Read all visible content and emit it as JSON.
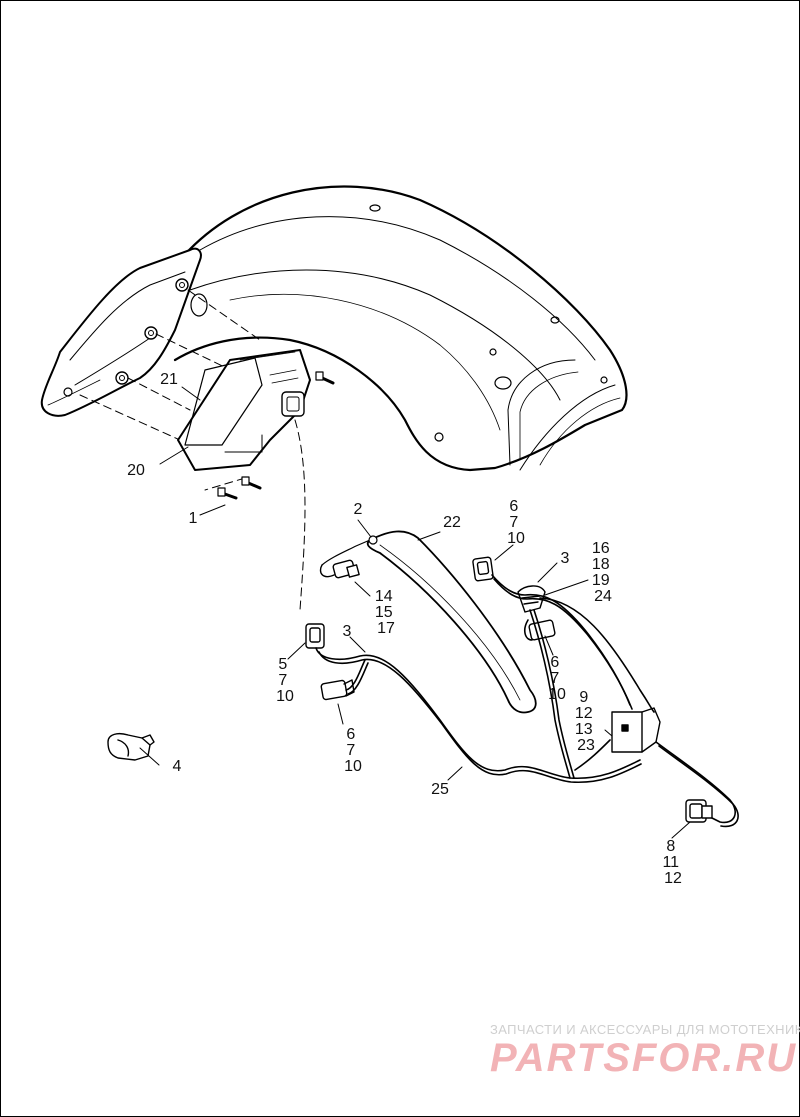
{
  "callouts": [
    {
      "id": "c1",
      "lines": [
        "1"
      ]
    },
    {
      "id": "c2",
      "lines": [
        "2"
      ]
    },
    {
      "id": "c3a",
      "lines": [
        "3"
      ]
    },
    {
      "id": "c3b",
      "lines": [
        "3"
      ]
    },
    {
      "id": "c4",
      "lines": [
        "4"
      ]
    },
    {
      "id": "c5",
      "lines": [
        "5",
        "7",
        "10"
      ]
    },
    {
      "id": "c6a",
      "lines": [
        "6",
        "7",
        "10"
      ]
    },
    {
      "id": "c6b",
      "lines": [
        "6",
        "7",
        "10"
      ]
    },
    {
      "id": "c6c",
      "lines": [
        "6",
        "7",
        "10"
      ]
    },
    {
      "id": "c8",
      "lines": [
        "8",
        "11",
        "12"
      ]
    },
    {
      "id": "c9",
      "lines": [
        "9",
        "12",
        "13",
        "23"
      ]
    },
    {
      "id": "c14",
      "lines": [
        "14",
        "15",
        "17"
      ]
    },
    {
      "id": "c16",
      "lines": [
        "16",
        "18",
        "19",
        "24"
      ]
    },
    {
      "id": "c20",
      "lines": [
        "20"
      ]
    },
    {
      "id": "c21",
      "lines": [
        "21"
      ]
    },
    {
      "id": "c22",
      "lines": [
        "22"
      ]
    },
    {
      "id": "c25",
      "lines": [
        "25"
      ]
    }
  ],
  "watermark": {
    "tagline": "ЗАПЧАСТИ И АКСЕССУАРЫ ДЛЯ МОТОТЕХНИКИ",
    "logo": "PARTSFOR.RU"
  }
}
